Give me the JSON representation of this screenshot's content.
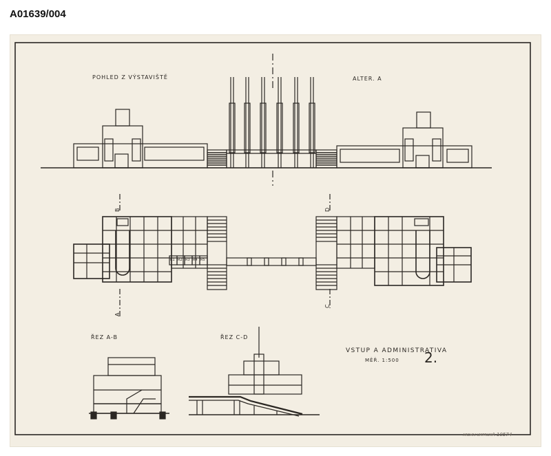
{
  "archive_id": "A01639/004",
  "drawing": {
    "view_title": "POHLED Z VÝSTAVIŠTĚ",
    "alternative_label": "ALTER. A",
    "section_ab_label": "ŘEZ A-B",
    "section_cd_label": "ŘEZ C-D",
    "section_markers": {
      "b": "B",
      "a": "A",
      "d": "D",
      "c": "C"
    },
    "plan_cell_labels": [
      "R1",
      "R2",
      "R3",
      "R4",
      "R5"
    ],
    "title_block": {
      "title": "VSTUP A ADMINISTRATIVA",
      "scale": "MĚŘ. 1:500",
      "sheet_number": "2."
    },
    "pencil_inventory_note": "A 10574",
    "stamp_text": "ARCHIV UMPRUM"
  }
}
